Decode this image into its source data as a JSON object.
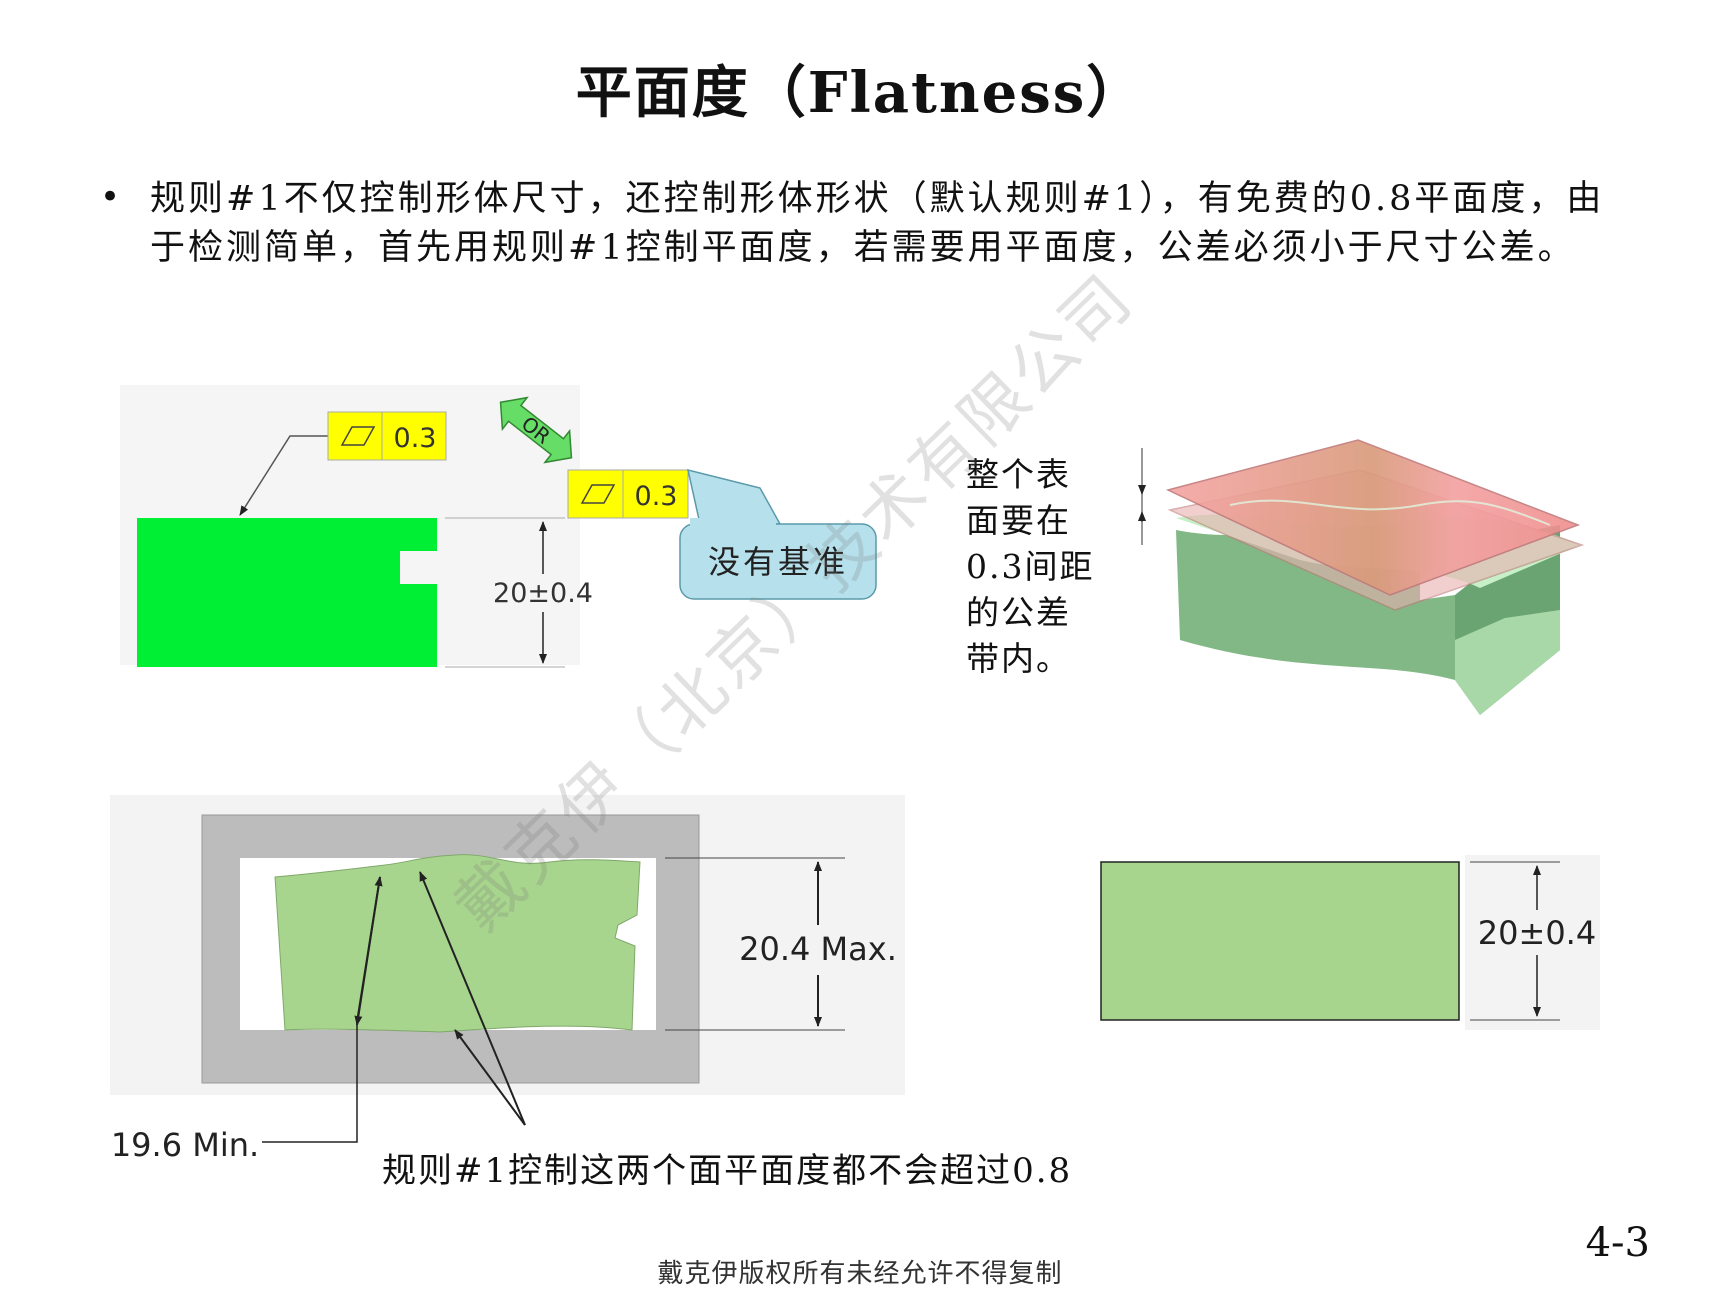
{
  "title": "平面度（Flatness）",
  "bullet": "规则#1不仅控制形体尺寸，还控制形体形状（默认规则#1），有免费的0.8平面度，由于检测简单，首先用规则#1控制平面度，若需要用平面度，公差必须小于尺寸公差。",
  "fig1": {
    "fcf_value_1": "0.3",
    "fcf_value_2": "0.3",
    "or_label": "OR",
    "dimension": "20±0.4",
    "callout": "没有基准"
  },
  "fig2": {
    "note_lines": [
      "整个表",
      "面要在",
      "0.3间距",
      "的公差",
      "带内。"
    ]
  },
  "fig3": {
    "max_label": "20.4 Max.",
    "min_label": "19.6 Min.",
    "caption": "规则#1控制这两个面平面度都不会超过0.8"
  },
  "fig4": {
    "dimension": "20±0.4"
  },
  "page_number": "4-3",
  "footer": "戴克伊版权所有未经允许不得复制",
  "watermark": "戴克伊（北京）技术有限公司",
  "colors": {
    "bright_green": "#00ee33",
    "light_green": "#a8d58e",
    "mid_green": "#82b886",
    "pink_plane": "#f29a9a",
    "fcf_yellow": "#ffff00",
    "callout_blue": "#b6e1ec",
    "frame_gray": "#bcbcbc",
    "or_green": "#66dd66"
  }
}
